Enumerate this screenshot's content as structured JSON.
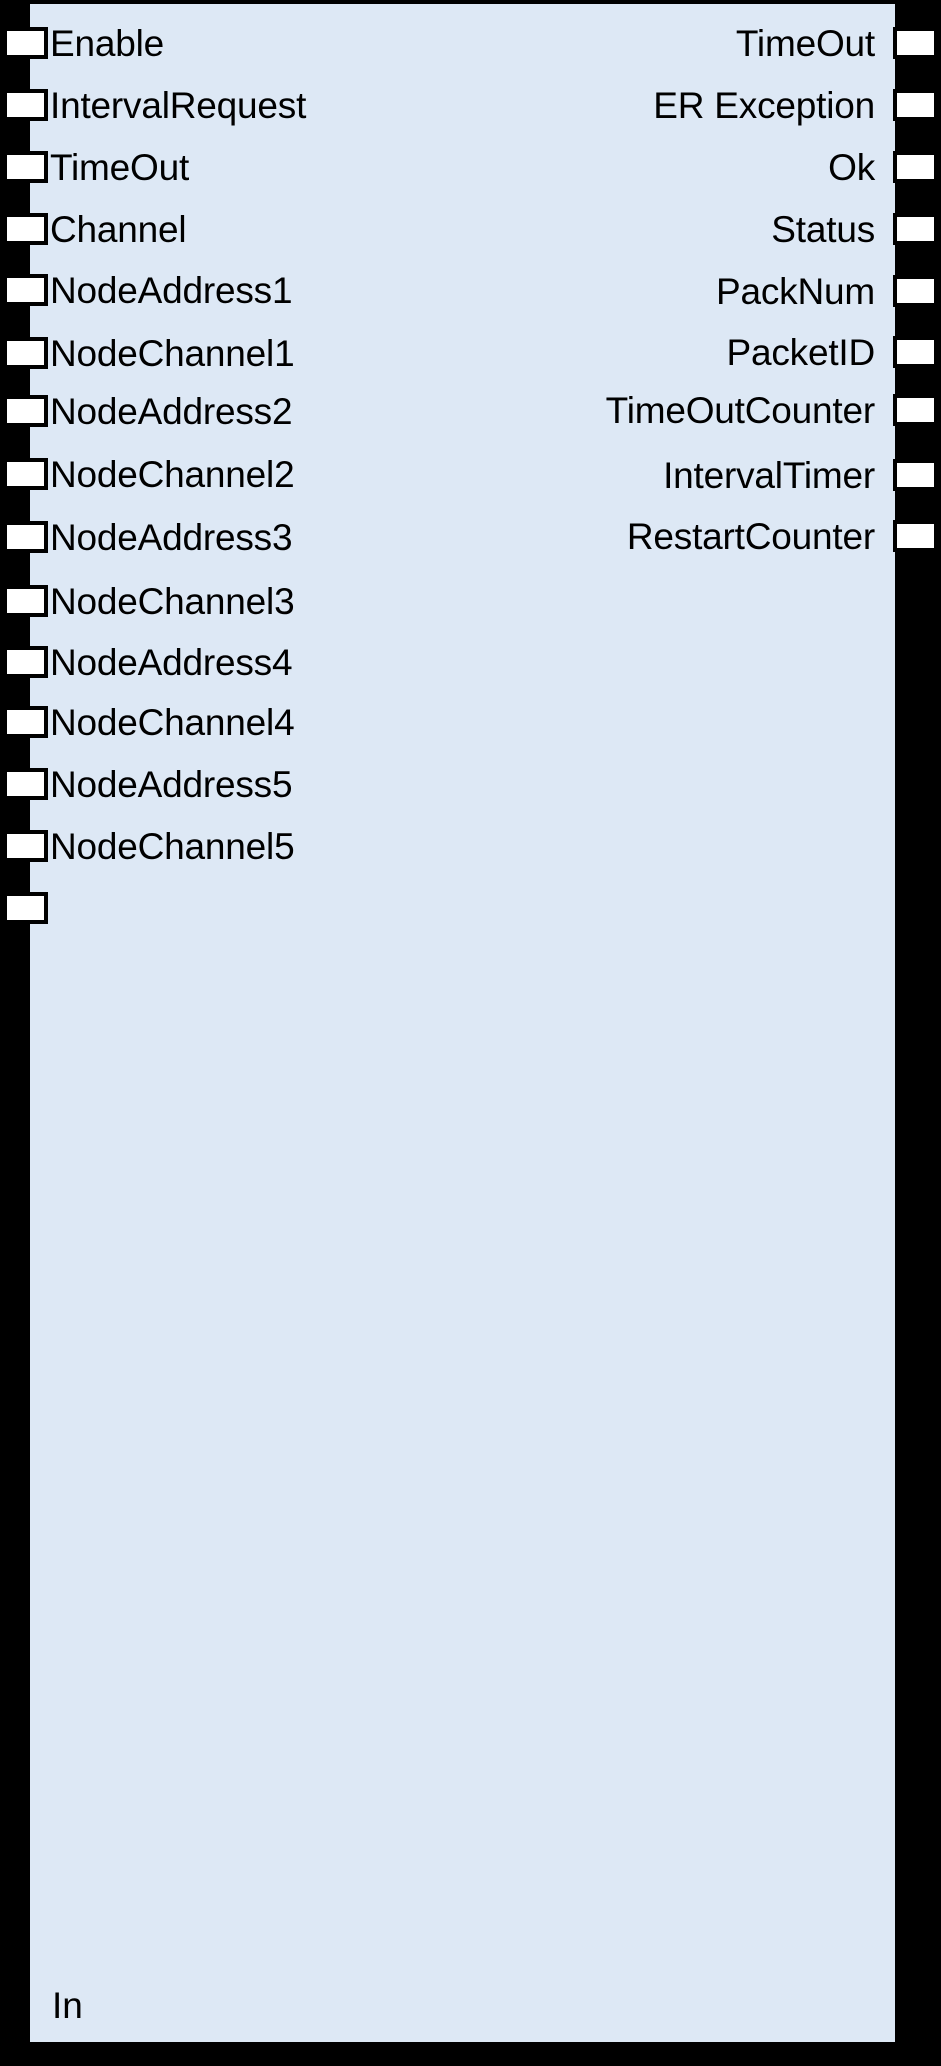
{
  "block": {
    "footer_label": "In",
    "colors": {
      "body_fill": "#dde8f5",
      "border": "#000000",
      "pin_fill": "#ffffff",
      "text": "#000000"
    }
  },
  "inputs": [
    {
      "label": "Enable"
    },
    {
      "label": "IntervalRequest"
    },
    {
      "label": "TimeOut"
    },
    {
      "label": "Channel"
    },
    {
      "label": "NodeAddress1"
    },
    {
      "label": "NodeChannel1"
    },
    {
      "label": "NodeAddress2"
    },
    {
      "label": "NodeChannel2"
    },
    {
      "label": "NodeAddress3"
    },
    {
      "label": "NodeChannel3"
    },
    {
      "label": "NodeAddress4"
    },
    {
      "label": "NodeChannel4"
    },
    {
      "label": "NodeAddress5"
    },
    {
      "label": "NodeChannel5"
    },
    {
      "label": ""
    }
  ],
  "outputs": [
    {
      "label": "TimeOut"
    },
    {
      "label": "ER Exception"
    },
    {
      "label": "Ok"
    },
    {
      "label": "Status"
    },
    {
      "label": "PackNum"
    },
    {
      "label": "PacketID"
    },
    {
      "label": "TimeOutCounter"
    },
    {
      "label": "IntervalTimer"
    },
    {
      "label": "RestartCounter"
    }
  ]
}
